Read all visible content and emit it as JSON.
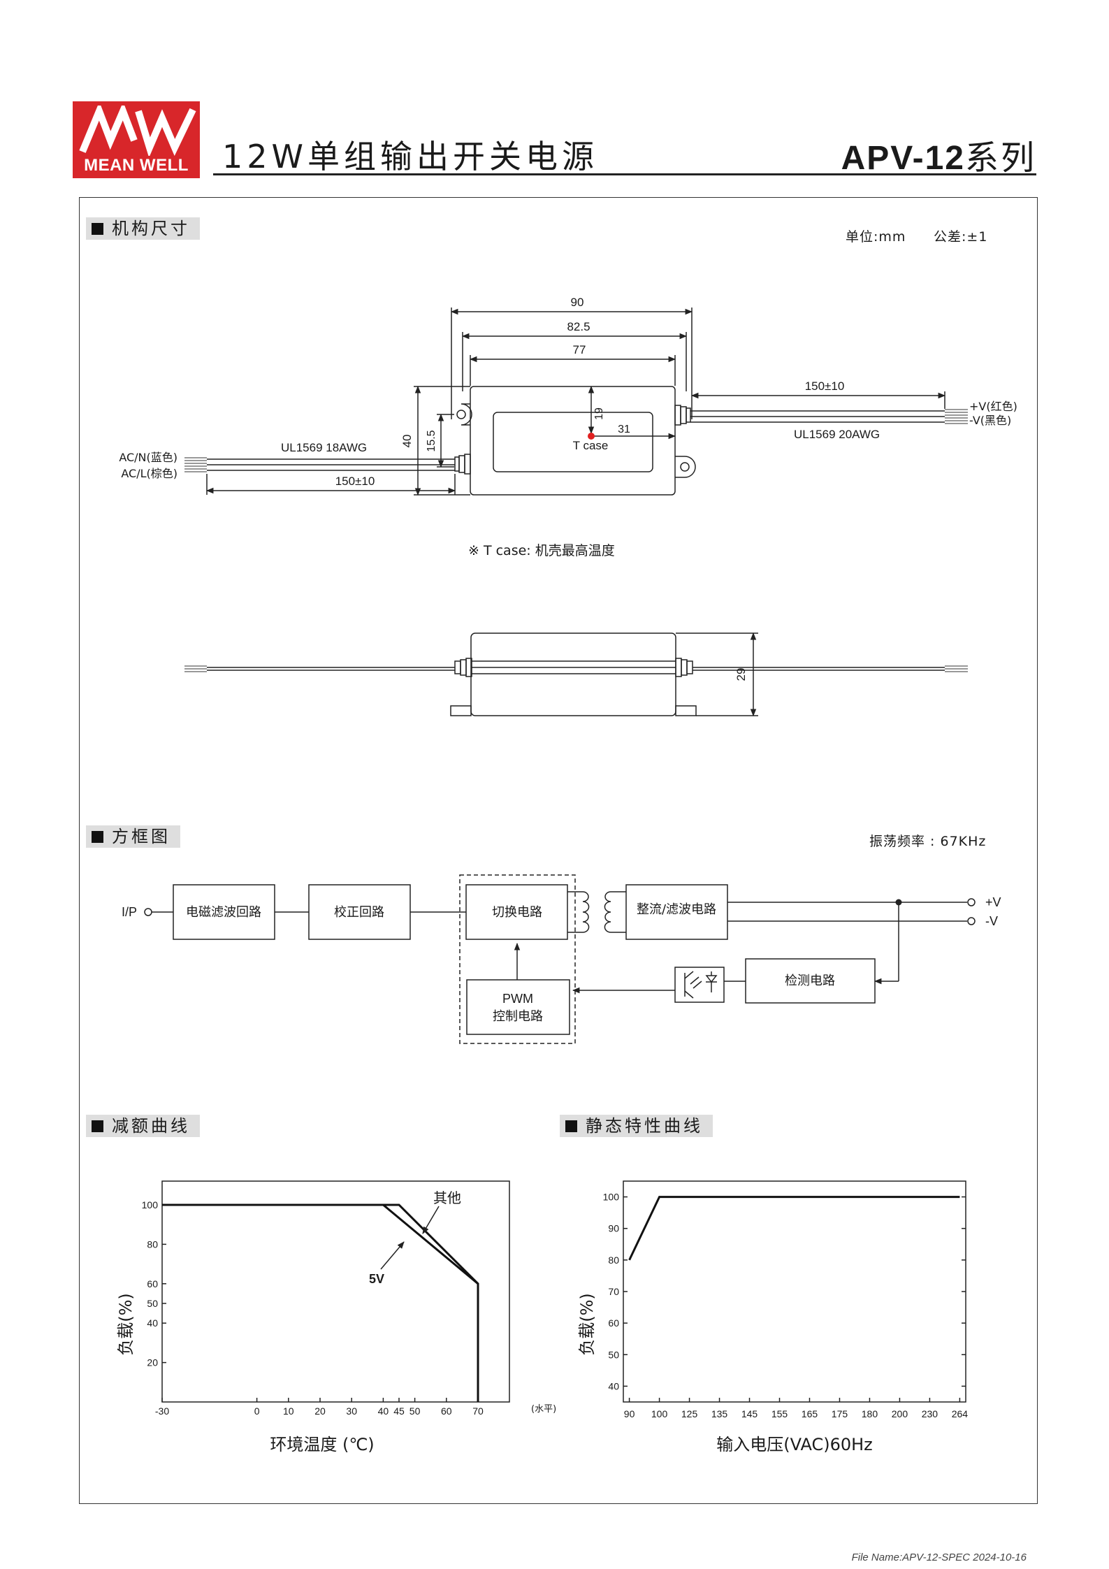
{
  "header": {
    "logo_text": "MEAN WELL",
    "title": "12W单组输出开关电源",
    "series_model": "APV-12",
    "series_suffix": "系列"
  },
  "mechanical": {
    "heading": "机构尺寸",
    "units": "单位:mm",
    "tolerance": "公差:±1",
    "dim_90": "90",
    "dim_82_5": "82.5",
    "dim_77": "77",
    "dim_19": "19",
    "dim_31": "31",
    "dim_40": "40",
    "dim_15_5": "15.5",
    "dim_29": "29",
    "wire_left_len": "150±10",
    "wire_right_len": "150±10",
    "tcase_label": "T case",
    "wire_left_spec": "UL1569  18AWG",
    "wire_right_spec": "UL1569  20AWG",
    "acn": "AC/N(蓝色)",
    "acl": "AC/L(棕色)",
    "vplus": "+V(红色)",
    "vminus": "-V(黑色)",
    "tcase_note": "※ T case: 机壳最高温度"
  },
  "block_diagram": {
    "heading": "方框图",
    "oscillation": "振荡频率 : 67KHz",
    "input": "I/P",
    "emi": "电磁滤波回路",
    "pfc": "校正回路",
    "switching": "切换电路",
    "rectifier": "整流/滤波电路",
    "pwm_line1": "PWM",
    "pwm_line2": "控制电路",
    "detection": "检测电路",
    "out_plus": "+V",
    "out_minus": "-V"
  },
  "derating": {
    "heading": "减额曲线",
    "chart_data": {
      "type": "line",
      "xlabel": "环境温度 (℃)",
      "ylabel": "负载(%)",
      "x_ticks": [
        "-30",
        "0",
        "10",
        "20",
        "30",
        "40",
        "45",
        "50",
        "60",
        "70"
      ],
      "x_suffix": "(水平)",
      "y_ticks": [
        "20",
        "40",
        "50",
        "60",
        "80",
        "100"
      ],
      "xlim": [
        -30,
        70
      ],
      "ylim": [
        0,
        100
      ],
      "series": [
        {
          "name": "其他",
          "x": [
            -30,
            45,
            70,
            70
          ],
          "y": [
            100,
            100,
            60,
            0
          ]
        },
        {
          "name": "5V",
          "x": [
            -30,
            40,
            70,
            70
          ],
          "y": [
            100,
            100,
            60,
            0
          ]
        }
      ]
    }
  },
  "static": {
    "heading": "静态特性曲线",
    "chart_data": {
      "type": "line",
      "xlabel": "输入电压(VAC)60Hz",
      "ylabel": "负载(%)",
      "x_ticks": [
        "90",
        "100",
        "125",
        "135",
        "145",
        "155",
        "165",
        "175",
        "180",
        "200",
        "230",
        "264"
      ],
      "y_ticks": [
        "40",
        "50",
        "60",
        "70",
        "80",
        "90",
        "100"
      ],
      "ylim": [
        35,
        105
      ],
      "series": [
        {
          "x": [
            90,
            100,
            264
          ],
          "y": [
            80,
            100,
            100
          ]
        }
      ]
    }
  },
  "footer": "File Name:APV-12-SPEC   2024-10-16"
}
